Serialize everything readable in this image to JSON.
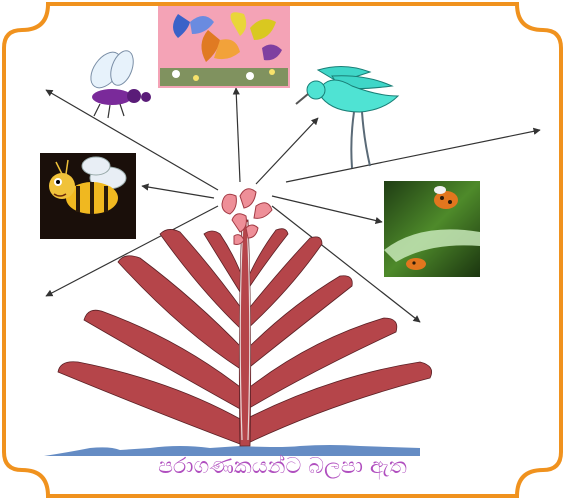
{
  "caption": "පරාගණකයන්ට බලපා ඇත",
  "colors": {
    "frame": "#f0921e",
    "plant": "#b5454a",
    "arrow": "#333333",
    "ground": "#3f6fb5",
    "caption": "#b04fbf"
  },
  "icons": {
    "housefly": "housefly-icon",
    "butterflies": "butterflies-photo",
    "hummingbird": "hummingbird-icon",
    "bee": "bee-icon",
    "ladybug": "ladybug-photo",
    "plant": "flowering-plant-illustration"
  }
}
